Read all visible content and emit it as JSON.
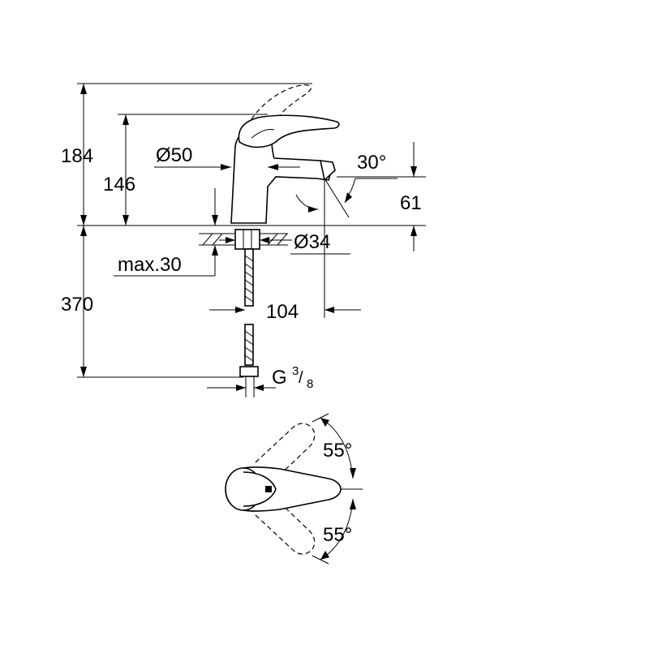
{
  "dimensions": {
    "total_height": "184",
    "spout_height": "146",
    "body_diameter": "Ø50",
    "spout_angle": "30°",
    "spout_outlet_height": "61",
    "hole_diameter": "Ø34",
    "max_deck_thickness": "max.30",
    "hose_length": "370",
    "spout_reach": "104",
    "connection_thread_prefix": "G",
    "connection_thread_num": "3",
    "connection_thread_den": "8",
    "lever_angle_top": "55°",
    "lever_angle_bottom": "55°"
  }
}
